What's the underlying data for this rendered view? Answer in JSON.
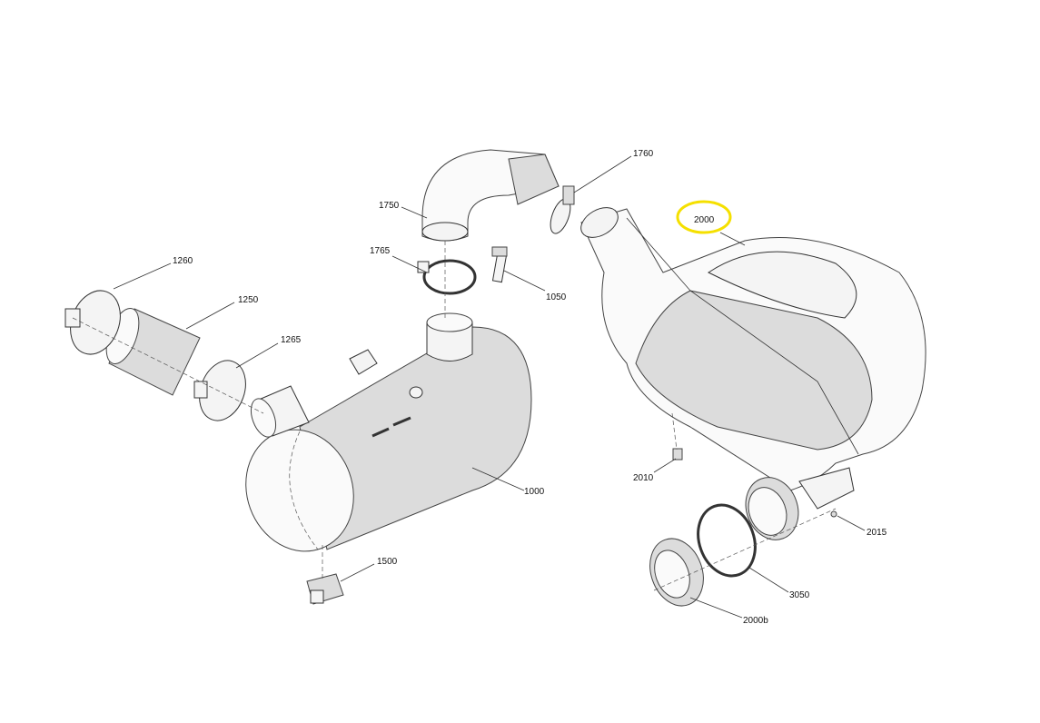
{
  "diagram": {
    "highlight_color": "#f5e000",
    "highlighted_part": "2000",
    "callouts": {
      "p1760": "1760",
      "p1750": "1750",
      "p2000": "2000",
      "p1765": "1765",
      "p1050": "1050",
      "p1260": "1260",
      "p1250": "1250",
      "p1265": "1265",
      "p1000": "1000",
      "p2010": "2010",
      "p2015": "2015",
      "p1500": "1500",
      "p3050": "3050",
      "p2000b": "2000b"
    }
  }
}
